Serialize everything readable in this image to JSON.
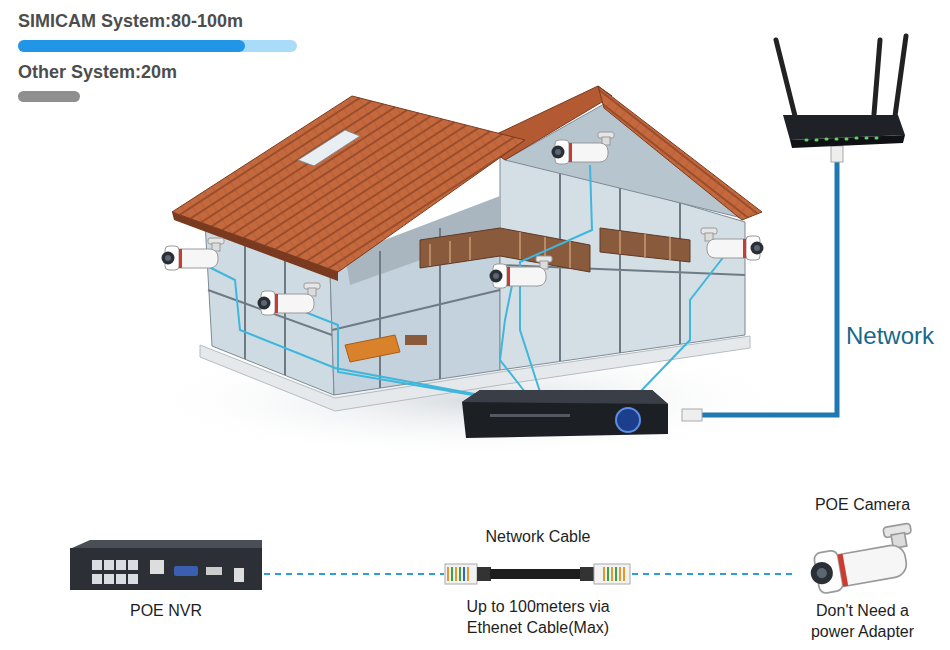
{
  "diagram": {
    "nodes": [
      {
        "text": [
          "POE NVR"
        ]
      },
      {
        "text": [
          "Network Cable",
          "Up to 100meters via Ethenet Cable(Max)"
        ]
      },
      {
        "text": [
          "POE Camera",
          "Don't Need a power Adapter"
        ]
      }
    ],
    "edges": [
      {
        "from": 0,
        "to": 1,
        "arrow": "none"
      },
      {
        "from": 1,
        "to": 2,
        "arrow": "none"
      }
    ],
    "labels": [
      "Network"
    ],
    "legend": [
      {
        "text": "SIMICAM System:80-100m",
        "color": "#2196e6"
      },
      {
        "text": "Other System:20m",
        "color": "#8f8f8f"
      }
    ]
  }
}
